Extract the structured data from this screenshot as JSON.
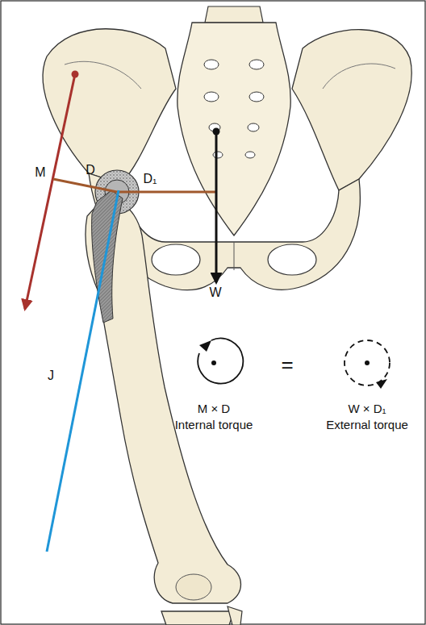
{
  "diagram": {
    "labels": [
      "M",
      "D",
      "D₁",
      "W",
      "J",
      "M × D",
      "Internal torque",
      "=",
      "W × D₁",
      "External torque"
    ]
  }
}
